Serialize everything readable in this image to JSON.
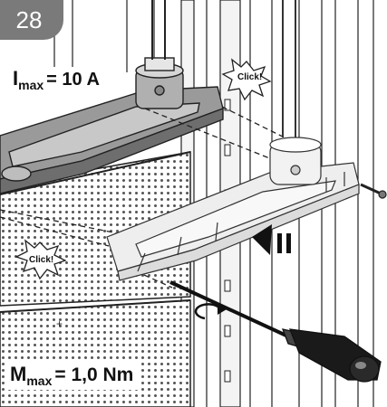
{
  "step": {
    "number": "28"
  },
  "specs": {
    "current": {
      "symbol": "I",
      "subscript": "max",
      "value": "= 10 A"
    },
    "torque": {
      "symbol": "M",
      "subscript": "max",
      "value": "= 1,0 Nm"
    }
  },
  "callouts": {
    "click_top": "Click!",
    "click_left": "Click!"
  },
  "step_marker": "II",
  "colors": {
    "badge": "#7a7a7a",
    "line": "#222222",
    "arrow": "#111111"
  }
}
